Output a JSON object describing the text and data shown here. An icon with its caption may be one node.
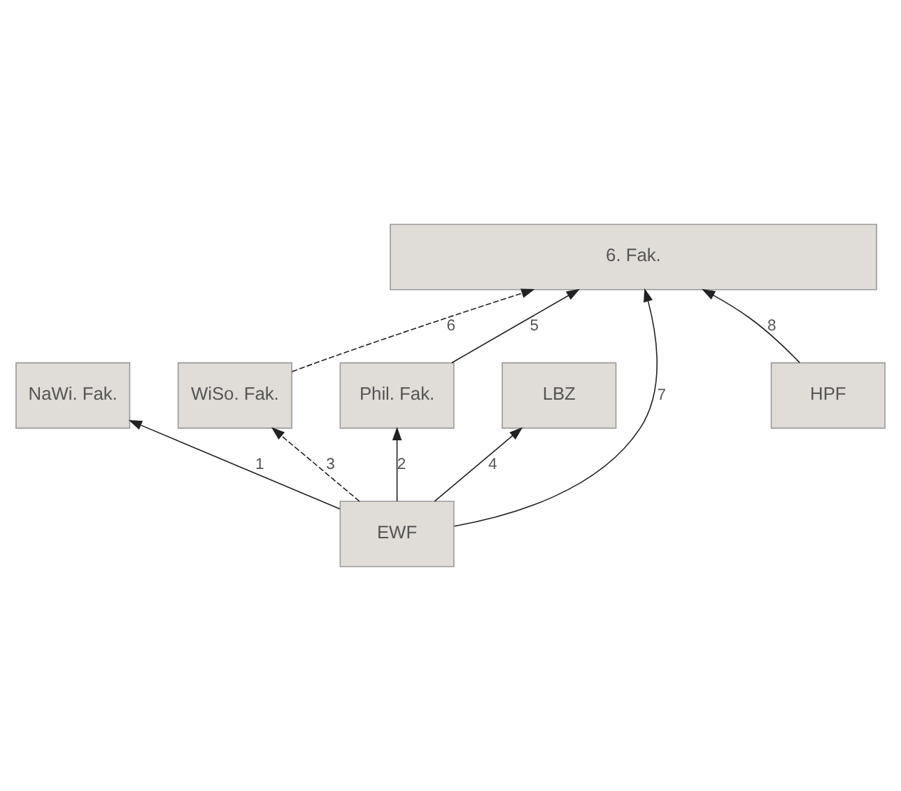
{
  "diagram": {
    "nodes": [
      {
        "text": [
          "NaWi. Fak."
        ]
      },
      {
        "text": [
          "WiSo. Fak."
        ]
      },
      {
        "text": [
          "Phil. Fak."
        ]
      },
      {
        "text": [
          "LBZ"
        ]
      },
      {
        "text": [
          "EWF"
        ]
      },
      {
        "text": [
          "HPF"
        ]
      },
      {
        "text": [
          "6. Fak."
        ]
      }
    ],
    "edges": [
      {
        "from": 4,
        "to": 0,
        "arrow": "to",
        "label": "1"
      },
      {
        "from": 4,
        "to": 2,
        "arrow": "to",
        "label": "2"
      },
      {
        "from": 4,
        "to": 1,
        "arrow": "to",
        "label": "3",
        "style": "dashed"
      },
      {
        "from": 4,
        "to": 3,
        "arrow": "to",
        "label": "4"
      },
      {
        "from": 2,
        "to": 6,
        "arrow": "to",
        "label": "5"
      },
      {
        "from": 1,
        "to": 6,
        "arrow": "to",
        "label": "6",
        "style": "dashed"
      },
      {
        "from": 4,
        "to": 6,
        "arrow": "to",
        "label": "7"
      },
      {
        "from": 5,
        "to": 6,
        "arrow": "to",
        "label": "8"
      }
    ]
  }
}
